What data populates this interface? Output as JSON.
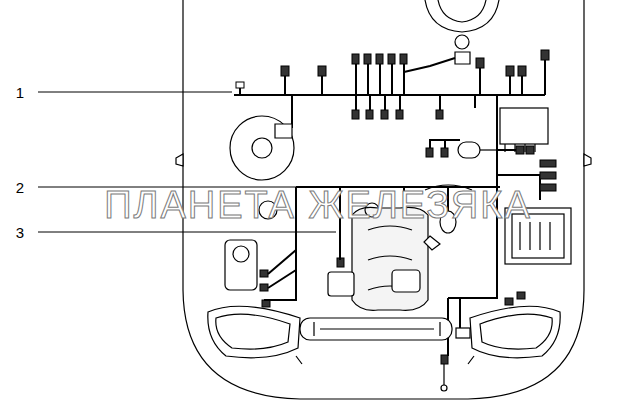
{
  "diagram": {
    "labels": [
      "1",
      "2",
      "3",
      "ПЛАНЕТА ЖЕЛЕЗЯКА"
    ]
  }
}
